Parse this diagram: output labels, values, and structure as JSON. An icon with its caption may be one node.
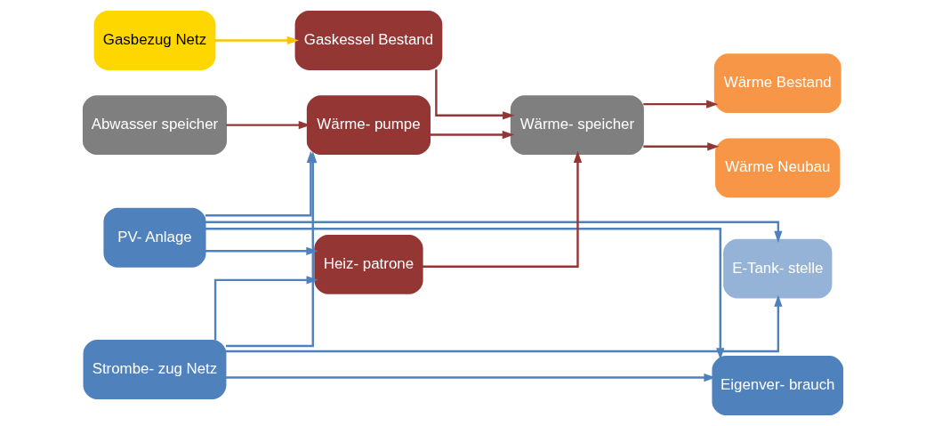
{
  "diagram": {
    "nodes": [
      {
        "text": [
          "PV- Anlage"
        ]
      },
      {
        "text": [
          "Strombe- zug Netz"
        ]
      },
      {
        "text": [
          "Abwasser speicher"
        ]
      },
      {
        "text": [
          "Heiz- patrone"
        ]
      },
      {
        "text": [
          "Wärme- pumpe"
        ]
      },
      {
        "text": [
          "Gasbezug Netz"
        ]
      },
      {
        "text": [
          "Gaskessel Bestand"
        ]
      },
      {
        "text": [
          "Wärme- speicher"
        ]
      },
      {
        "text": [
          "E-Tank- stelle"
        ]
      },
      {
        "text": [
          "Eigenver- brauch"
        ]
      },
      {
        "text": [
          "Wärme Bestand"
        ]
      },
      {
        "text": [
          "Wärme Neubau"
        ]
      }
    ],
    "edges": [
      {
        "from": 0,
        "to": 3,
        "arrow": "to"
      },
      {
        "from": 0,
        "to": 4,
        "arrow": "to"
      },
      {
        "from": 0,
        "to": 8,
        "arrow": "to"
      },
      {
        "from": 0,
        "to": 9,
        "arrow": "to"
      },
      {
        "from": 1,
        "to": 3,
        "arrow": "to"
      },
      {
        "from": 1,
        "to": 4,
        "arrow": "to"
      },
      {
        "from": 1,
        "to": 8,
        "arrow": "to"
      },
      {
        "from": 1,
        "to": 9,
        "arrow": "to"
      },
      {
        "from": 2,
        "to": 4,
        "arrow": "to",
        "color": "#943634"
      },
      {
        "from": 5,
        "to": 6,
        "arrow": "to",
        "color": "#ffc000"
      },
      {
        "from": 3,
        "to": 7,
        "arrow": "to",
        "color": "#943634"
      },
      {
        "from": 4,
        "to": 7,
        "arrow": "to",
        "color": "#943634"
      },
      {
        "from": 6,
        "to": 7,
        "arrow": "to",
        "color": "#943634"
      },
      {
        "from": 7,
        "to": 10,
        "arrow": "to",
        "color": "#943634"
      },
      {
        "from": 7,
        "to": 11,
        "arrow": "to",
        "color": "#943634"
      }
    ]
  }
}
